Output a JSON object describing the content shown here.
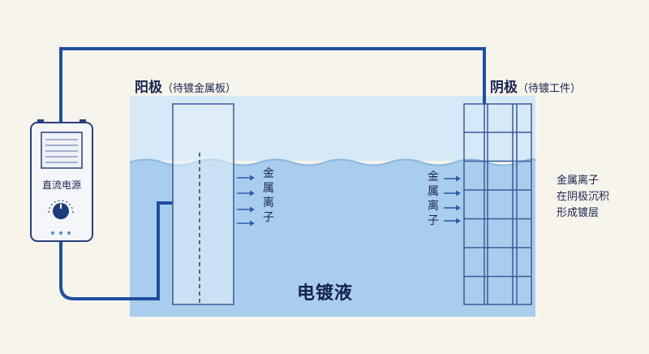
{
  "anode": {
    "title": "阳极",
    "subtitle": "（待镀金属板）"
  },
  "cathode": {
    "title": "阴极",
    "subtitle": "（待镀工件）"
  },
  "ions_left": [
    "金",
    "属",
    "离",
    "子"
  ],
  "ions_right": [
    "金",
    "属",
    "离",
    "子"
  ],
  "deposition_note": [
    "金属离子",
    "在阴极沉积",
    "形成镀层"
  ],
  "bath_label": "电镀液",
  "power_supply": {
    "label": "直流电源"
  },
  "colors": {
    "wire": "#1f4fa0",
    "solution": "#a9cdec",
    "solution_top": "#d6e9f6",
    "electrode_stroke": "#3a5a9a",
    "background": "#f7f4ec"
  }
}
